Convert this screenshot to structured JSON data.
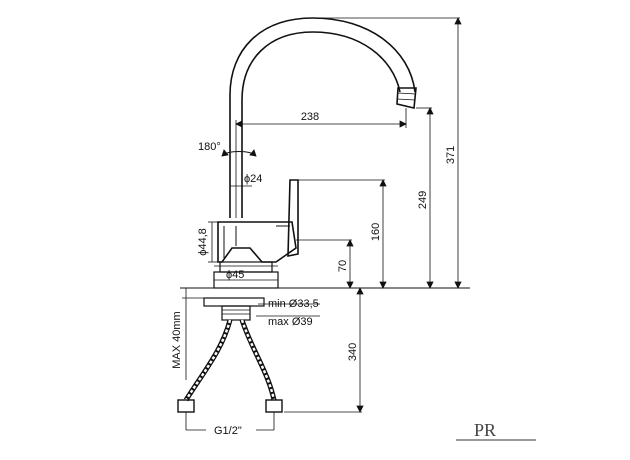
{
  "drawing": {
    "dimensions": {
      "spout_reach": "238",
      "total_height": "371",
      "spout_height": "249",
      "lever_height": "160",
      "base_height": "70",
      "below_counter": "340",
      "rotation": "180°",
      "pipe_diameter": "ϕ24",
      "body_diameter": "ϕ44,8",
      "base_diameter": "ϕ45",
      "hole_min": "min Ø33,5",
      "hole_max": "max Ø39",
      "max_counter": "MAX 40mm",
      "thread": "G1/2\""
    },
    "logo_text": "PR"
  }
}
